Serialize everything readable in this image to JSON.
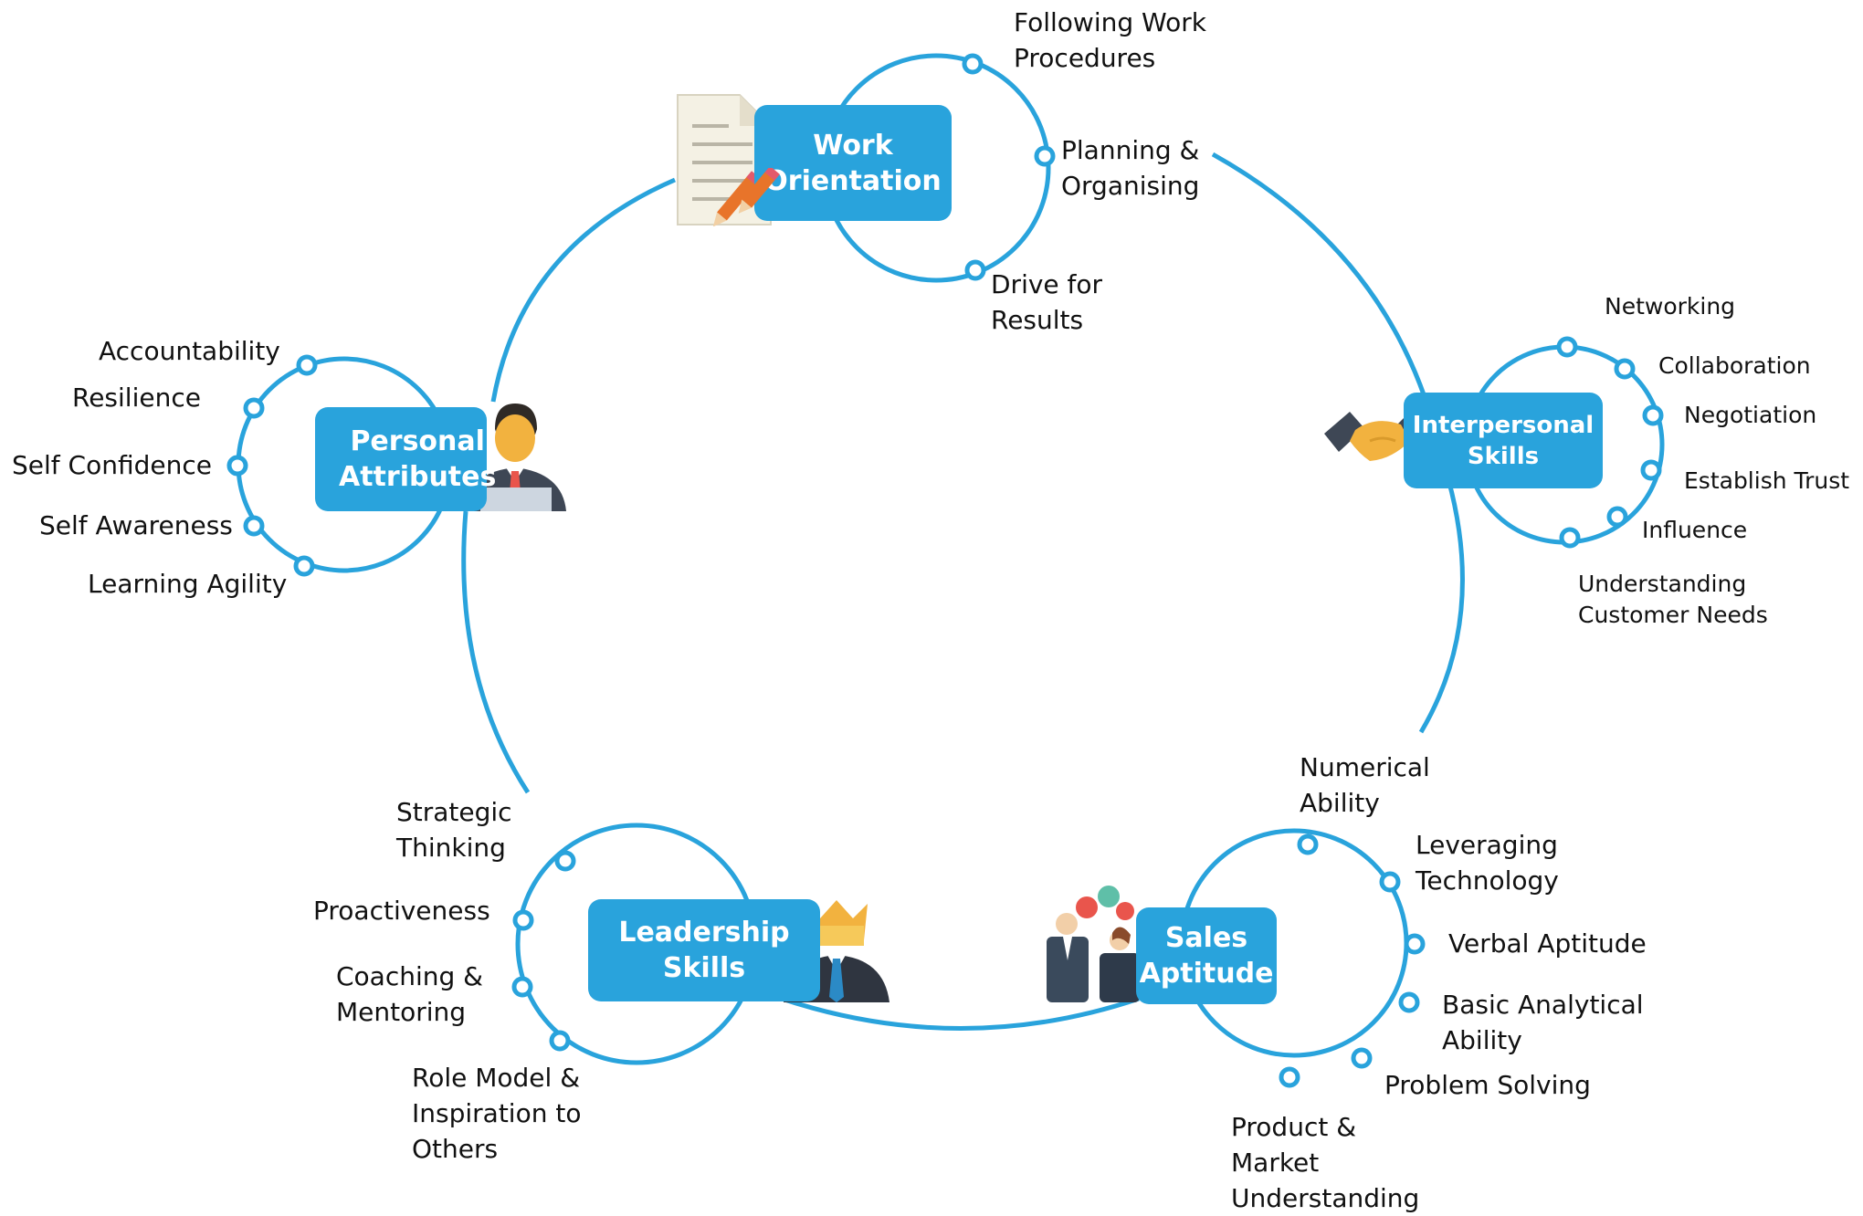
{
  "accent_color": "#29a3dc",
  "groups": {
    "work_orientation": {
      "title": "Work\nOrientation",
      "icon": "document-pencil-icon",
      "items": [
        "Following Work\nProcedures",
        "Planning &\nOrganising",
        "Drive for\nResults"
      ]
    },
    "interpersonal_skills": {
      "title": "Interpersonal\nSkills",
      "icon": "handshake-icon",
      "items": [
        "Networking",
        "Collaboration",
        "Negotiation",
        "Establish Trust",
        "Influence",
        "Understanding\nCustomer Needs"
      ]
    },
    "sales_aptitude": {
      "title": "Sales\nAptitude",
      "icon": "business-conversation-icon",
      "items": [
        "Numerical\nAbility",
        "Leveraging\nTechnology",
        "Verbal Aptitude",
        "Basic Analytical\nAbility",
        "Problem Solving",
        "Product &\nMarket\nUnderstanding"
      ]
    },
    "leadership_skills": {
      "title": "Leadership\nSkills",
      "icon": "crowned-leader-icon",
      "items": [
        "Strategic\nThinking",
        "Proactiveness",
        "Coaching &\nMentoring",
        "Role Model &\nInspiration to\nOthers"
      ]
    },
    "personal_attributes": {
      "title": "Personal\nAttributes",
      "icon": "businessman-icon",
      "items": [
        "Accountability",
        "Resilience",
        "Self Confidence",
        "Self Awareness",
        "Learning Agility"
      ]
    }
  }
}
